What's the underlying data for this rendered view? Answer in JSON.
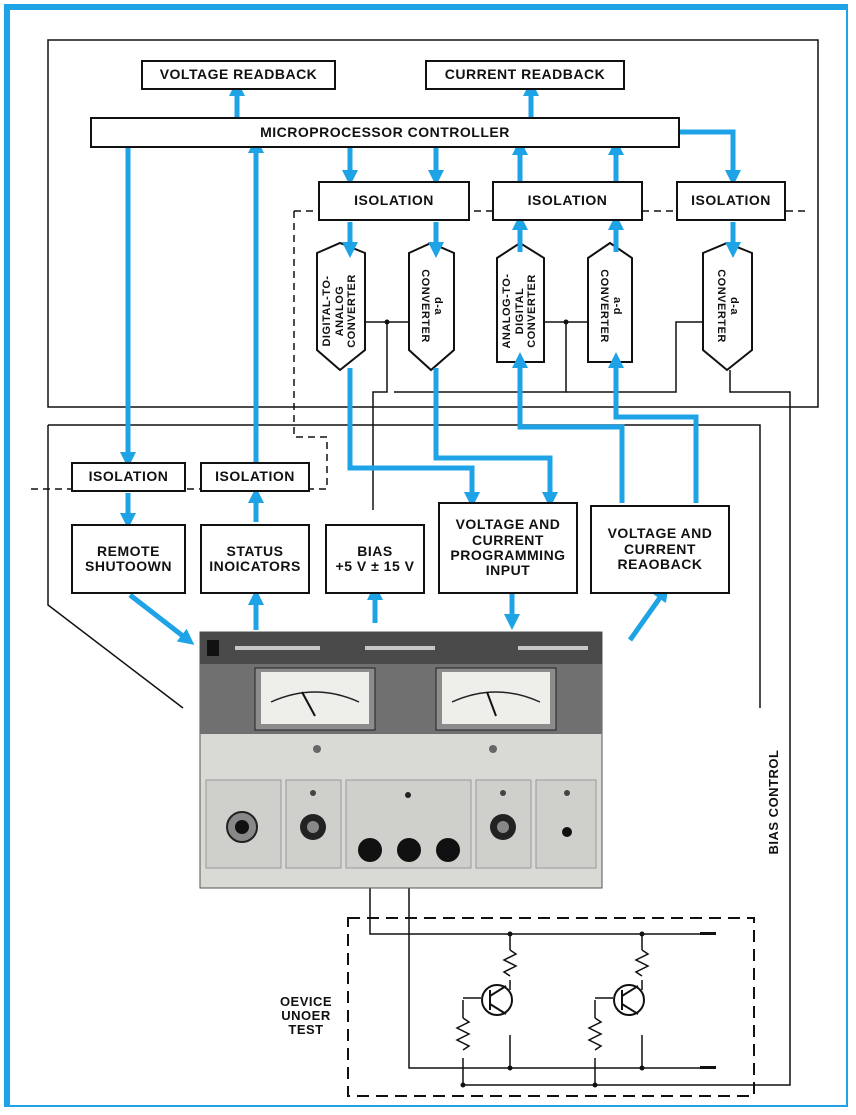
{
  "blocks": {
    "voltage_readback": "VOLTAGE READBACK",
    "current_readback": "CURRENT READBACK",
    "microprocessor": "MICROPROCESSOR CONTROLLER",
    "isolation": "ISOLATION",
    "dac": "DIGITAL-TO-\nANALOG\nCONVERTER",
    "da": "d-a\nCONVERTER",
    "adc": "ANALOG-TO-\nDIGITAL\nCONVERTER",
    "ad": "a-d\nCONVERTER",
    "remote_shutdown": "REMOTE\nSHUTOOWN",
    "status_indicators": "STATUS\nINOICATORS",
    "bias": "BIAS\n+5 V ± 15 V",
    "programming_input": "VOLTAGE AND\nCURRENT\nPROGRAMMING\nINPUT",
    "current_readback_lower": "VOLTAGE AND\nCURRENT\nREAOBACK",
    "bias_control": "BIAS CONTROL",
    "dut": "OEVICE\nUNOER\nTEST"
  },
  "colors": {
    "accent": "#1ea3e6",
    "line": "#111111",
    "panel": "#d9d9d6"
  }
}
